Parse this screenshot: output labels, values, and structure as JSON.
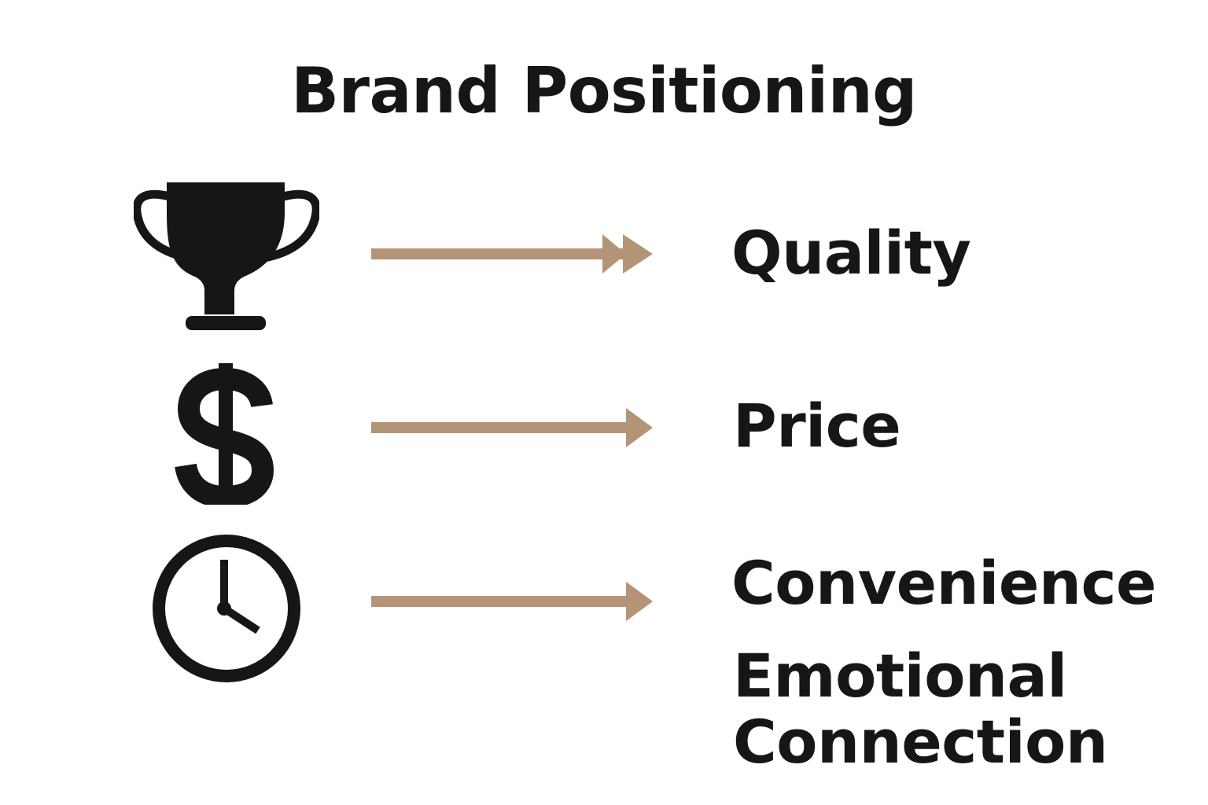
{
  "title": "Brand Positioning",
  "colors": {
    "text": "#161616",
    "icon": "#161616",
    "arrow": "#b49476",
    "background": "#ffffff"
  },
  "rows": [
    {
      "icon": "trophy-icon",
      "label": "Quality"
    },
    {
      "icon": "dollar-icon",
      "label": "Price"
    },
    {
      "icon": "clock-icon",
      "label": "Convenience"
    }
  ],
  "extra_label": {
    "line1": "Emotional",
    "line2": "Connection"
  }
}
